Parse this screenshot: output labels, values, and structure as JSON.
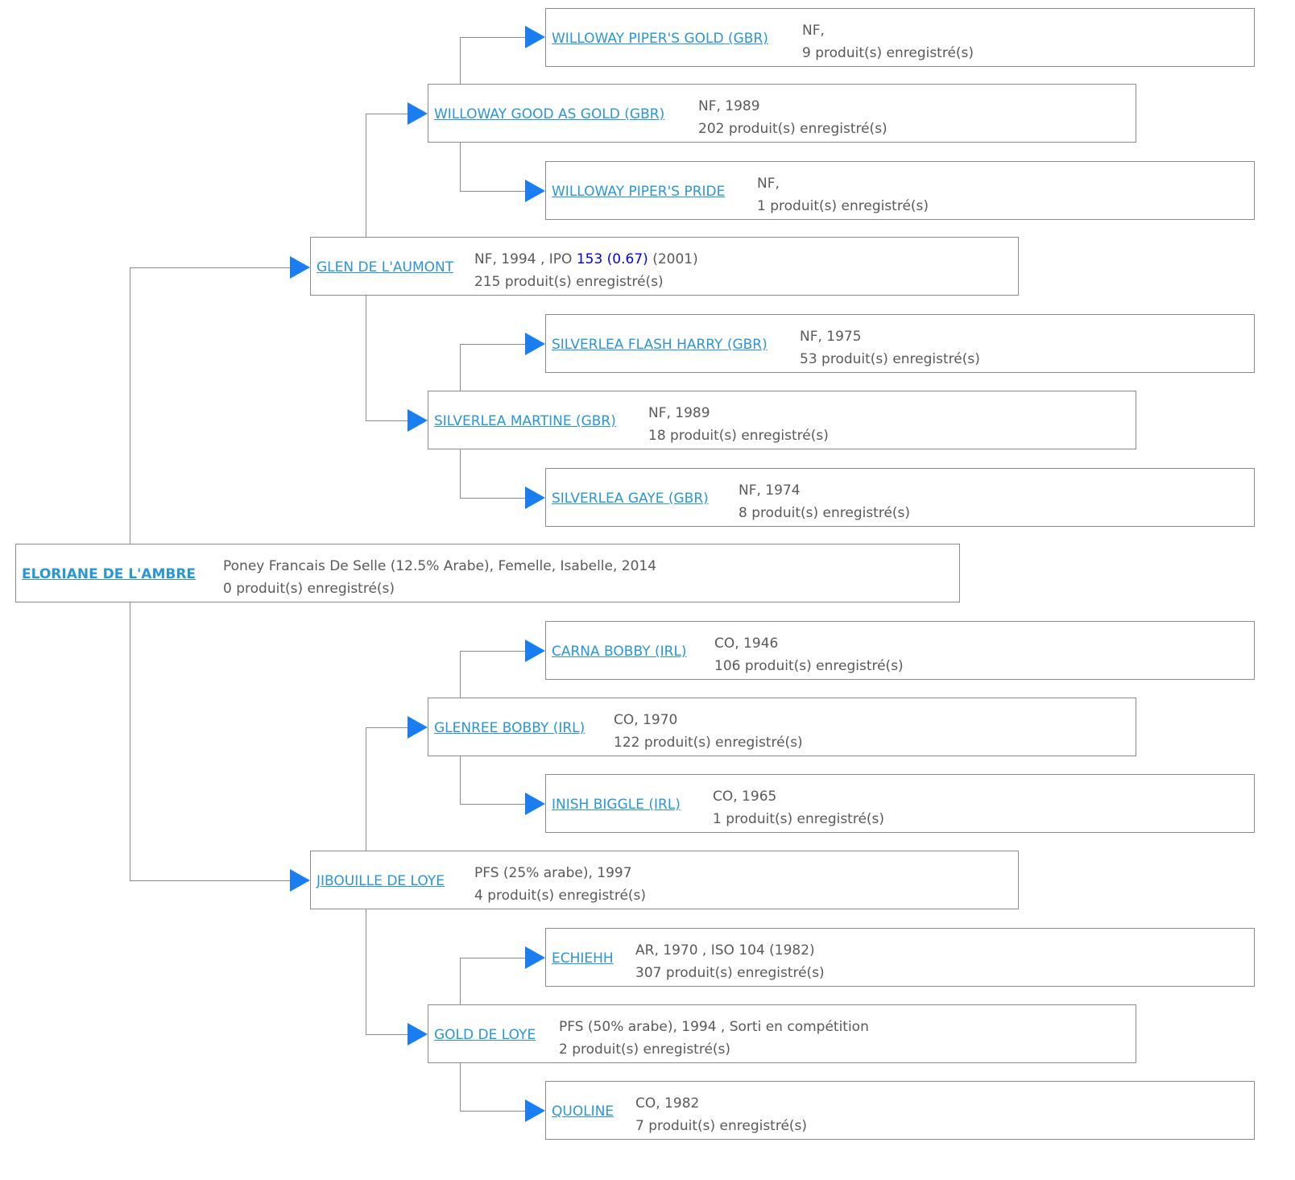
{
  "colors": {
    "link": "#2a96d6",
    "text": "#5a5a5a",
    "arrow": "#1a7df0",
    "border": "#8c8c8c",
    "highlight": "#0000ee"
  },
  "nodes": {
    "root": {
      "name": "ELORIANE DE L'AMBRE",
      "line1": "Poney Francais De Selle (12.5% Arabe), Femelle, Isabelle, 2014",
      "line2": "0 produit(s) enregistré(s)"
    },
    "sire": {
      "name": "GLEN DE L'AUMONT",
      "line1_pre": "NF, 1994 , IPO ",
      "line1_hl": "153 (0.67)",
      "line1_post": " (2001)",
      "line2": "215 produit(s) enregistré(s)"
    },
    "sire_sire": {
      "name": "WILLOWAY GOOD AS GOLD (GBR)",
      "line1": "NF, 1989",
      "line2": "202 produit(s) enregistré(s)"
    },
    "sire_sire_sire": {
      "name": "WILLOWAY PIPER'S GOLD (GBR)",
      "line1": "NF,",
      "line2": "9 produit(s) enregistré(s)"
    },
    "sire_sire_dam": {
      "name": "WILLOWAY PIPER'S PRIDE",
      "line1": "NF,",
      "line2": "1 produit(s) enregistré(s)"
    },
    "sire_dam": {
      "name": "SILVERLEA MARTINE (GBR)",
      "line1": "NF, 1989",
      "line2": "18 produit(s) enregistré(s)"
    },
    "sire_dam_sire": {
      "name": "SILVERLEA FLASH HARRY (GBR)",
      "line1": "NF, 1975",
      "line2": "53 produit(s) enregistré(s)"
    },
    "sire_dam_dam": {
      "name": "SILVERLEA GAYE (GBR)",
      "line1": "NF, 1974",
      "line2": "8 produit(s) enregistré(s)"
    },
    "dam": {
      "name": "JIBOUILLE DE LOYE",
      "line1": "PFS (25% arabe), 1997",
      "line2": "4 produit(s) enregistré(s)"
    },
    "dam_sire": {
      "name": "GLENREE BOBBY (IRL)",
      "line1": "CO, 1970",
      "line2": "122 produit(s) enregistré(s)"
    },
    "dam_sire_sire": {
      "name": "CARNA BOBBY (IRL)",
      "line1": "CO, 1946",
      "line2": "106 produit(s) enregistré(s)"
    },
    "dam_sire_dam": {
      "name": "INISH BIGGLE (IRL)",
      "line1": "CO, 1965",
      "line2": "1 produit(s) enregistré(s)"
    },
    "dam_dam": {
      "name": "GOLD DE LOYE",
      "line1": "PFS (50% arabe), 1994 , Sorti en compétition",
      "line2": "2 produit(s) enregistré(s)"
    },
    "dam_dam_sire": {
      "name": "ECHIEHH",
      "line1": "AR, 1970 , ISO 104 (1982)",
      "line2": "307 produit(s) enregistré(s)"
    },
    "dam_dam_dam": {
      "name": "QUOLINE",
      "line1": "CO, 1982",
      "line2": "7 produit(s) enregistré(s)"
    }
  }
}
